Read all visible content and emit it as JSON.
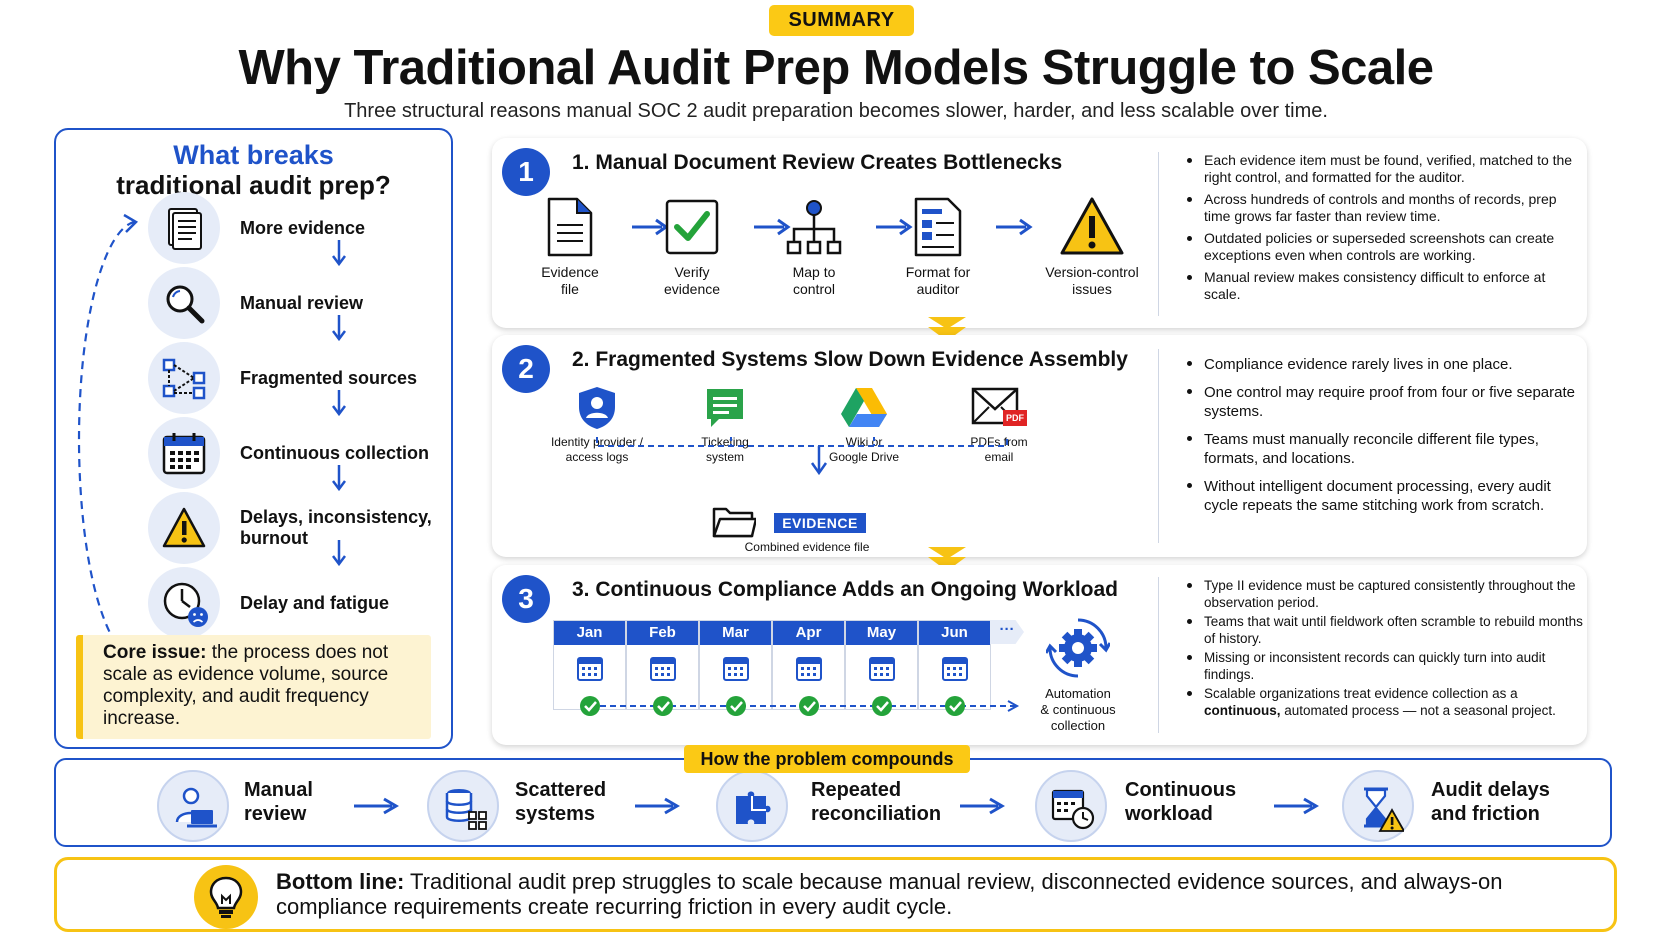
{
  "header": {
    "badge": "SUMMARY",
    "title": "Why Traditional Audit Prep Models Struggle to Scale",
    "subtitle": "Three structural reasons manual SOC 2 audit preparation becomes slower, harder, and less scalable over time."
  },
  "left_panel": {
    "heading_line1": "What breaks",
    "heading_line2": "traditional audit prep?",
    "items": [
      {
        "label": "More evidence",
        "icon": "document-icon"
      },
      {
        "label": "Manual review",
        "icon": "magnifier-icon"
      },
      {
        "label": "Fragmented sources",
        "icon": "network-icon"
      },
      {
        "label": "Continuous collection",
        "icon": "calendar-icon"
      },
      {
        "label": "Delays, inconsistency, burnout",
        "icon": "warning-icon"
      },
      {
        "label": "Delay and fatigue",
        "icon": "clock-sad-icon"
      }
    ],
    "core_issue_label": "Core issue:",
    "core_issue_text": " the process does not scale as evidence volume, source complexity, and audit frequency increase."
  },
  "cards": [
    {
      "number": "1",
      "title": "1. Manual Document Review Creates Bottlenecks",
      "steps": [
        {
          "line1": "Evidence",
          "line2": "file",
          "icon": "file-icon"
        },
        {
          "line1": "Verify",
          "line2": "evidence",
          "icon": "checkbox-icon"
        },
        {
          "line1": "Map to",
          "line2": "control",
          "icon": "hierarchy-icon"
        },
        {
          "line1": "Format for",
          "line2": "auditor",
          "icon": "form-icon"
        },
        {
          "line1": "Version-control",
          "line2": "issues",
          "icon": "warning-icon"
        }
      ],
      "bullets": [
        "Each evidence item must be found, verified, matched to the right control, and formatted for the auditor.",
        "Across hundreds of controls and months of records, prep time grows far faster than review time.",
        "Outdated policies or superseded screenshots can create exceptions even when controls are working.",
        "Manual review makes consistency difficult to enforce at scale."
      ]
    },
    {
      "number": "2",
      "title": "2. Fragmented Systems Slow Down Evidence Assembly",
      "sources": [
        {
          "line1": "Identity provider /",
          "line2": "access logs",
          "icon": "shield-user-icon"
        },
        {
          "line1": "Ticketing",
          "line2": "system",
          "icon": "ticket-icon"
        },
        {
          "line1": "Wiki or",
          "line2": "Google Drive",
          "icon": "drive-icon"
        },
        {
          "line1": "PDFs from",
          "line2": "email",
          "icon": "email-pdf-icon"
        }
      ],
      "pdf_tag": "PDF",
      "evidence_tag": "EVIDENCE",
      "evidence_caption": "Combined evidence file",
      "bullets": [
        "Compliance evidence rarely lives in one place.",
        "One control may require proof from four or five separate systems.",
        "Teams must manually reconcile different file types, formats, and locations.",
        "Without intelligent document processing, every audit cycle repeats the same stitching work from scratch."
      ]
    },
    {
      "number": "3",
      "title": "3. Continuous Compliance Adds an Ongoing Workload",
      "months": [
        "Jan",
        "Feb",
        "Mar",
        "Apr",
        "May",
        "Jun"
      ],
      "more": "···",
      "automation_line1": "Automation",
      "automation_line2": "& continuous",
      "automation_line3": "collection",
      "bullets": [
        "Type II evidence must be captured consistently throughout the observation period.",
        "Teams that wait until fieldwork often scramble to rebuild months of history.",
        "Missing or inconsistent records can quickly turn into audit findings."
      ],
      "last_bullet_pre": "Scalable organizations treat evidence collection as a ",
      "last_bullet_bold": "continuous,",
      "last_bullet_post": " automated process — not a seasonal project."
    }
  ],
  "compounds": {
    "tag": "How the problem compounds",
    "items": [
      {
        "line1": "Manual",
        "line2": "review",
        "icon": "person-laptop-icon"
      },
      {
        "line1": "Scattered",
        "line2": "systems",
        "icon": "database-icon"
      },
      {
        "line1": "Repeated",
        "line2": "reconciliation",
        "icon": "puzzle-icon"
      },
      {
        "line1": "Continuous",
        "line2": "workload",
        "icon": "calendar-clock-icon"
      },
      {
        "line1": "Audit delays",
        "line2": "and friction",
        "icon": "hourglass-warning-icon"
      }
    ]
  },
  "bottom_line": {
    "label": "Bottom line:",
    "text": " Traditional audit prep struggles to scale because manual review, disconnected evidence sources, and always-on compliance requirements create recurring friction in every audit cycle."
  },
  "colors": {
    "brand_blue": "#1f53c9",
    "accent_yellow": "#fbc915",
    "success_green": "#24a33a",
    "warning_yellow": "#f7c314"
  }
}
